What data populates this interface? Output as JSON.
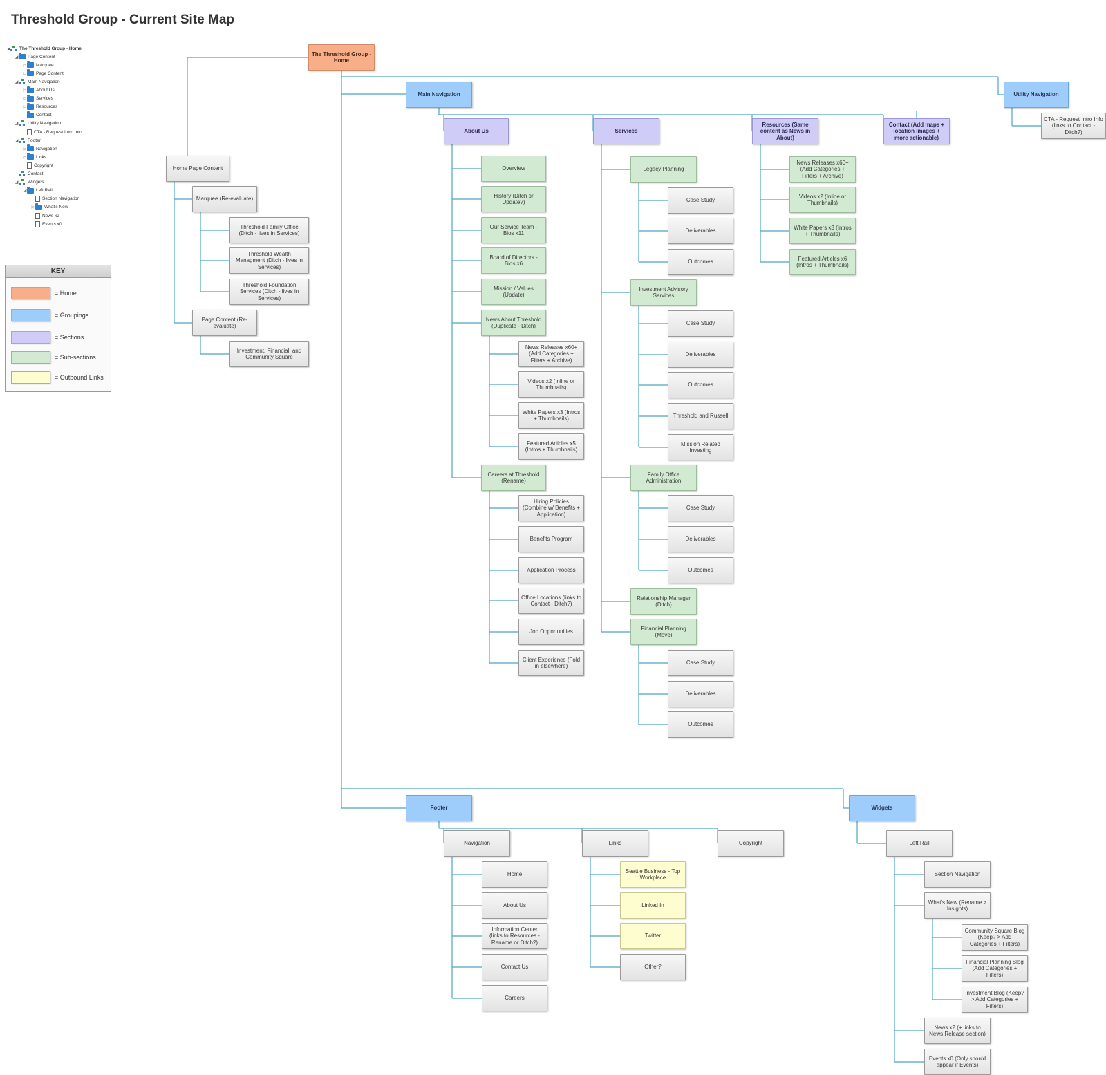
{
  "title": "Threshold Group - Current Site Map",
  "colors": {
    "home": "#f9ae8a",
    "grouping": "#9fcdfb",
    "section": "#cfcdf7",
    "subsection": "#d2e9d2",
    "outbound": "#fdfdcf",
    "plain": "#ebebeb",
    "connector": "#4aa8c0"
  },
  "outline": [
    {
      "label": "The Threshold Group - Home",
      "depth": 0,
      "icon": "tree-icon",
      "toggle": "expanded",
      "bold": true
    },
    {
      "label": "Page Content",
      "depth": 1,
      "icon": "folder-icon",
      "toggle": "expanded"
    },
    {
      "label": "Marquee",
      "depth": 2,
      "icon": "folder-icon",
      "toggle": "collapsed"
    },
    {
      "label": "Page Content",
      "depth": 2,
      "icon": "folder-icon",
      "toggle": "collapsed"
    },
    {
      "label": "Main Navigation",
      "depth": 1,
      "icon": "tree-icon",
      "toggle": "expanded"
    },
    {
      "label": "About Us",
      "depth": 2,
      "icon": "folder-icon",
      "toggle": "collapsed"
    },
    {
      "label": "Services",
      "depth": 2,
      "icon": "folder-icon",
      "toggle": "collapsed"
    },
    {
      "label": "Resources",
      "depth": 2,
      "icon": "folder-icon",
      "toggle": "collapsed"
    },
    {
      "label": "Contact",
      "depth": 2,
      "icon": "folder-icon",
      "toggle": "none"
    },
    {
      "label": "Utility Navigation",
      "depth": 1,
      "icon": "tree-icon",
      "toggle": "expanded"
    },
    {
      "label": "CTA - Request Intro Info",
      "depth": 2,
      "icon": "page-icon",
      "toggle": "none"
    },
    {
      "label": "Footer",
      "depth": 1,
      "icon": "tree-icon",
      "toggle": "expanded"
    },
    {
      "label": "Navigation",
      "depth": 2,
      "icon": "folder-icon",
      "toggle": "collapsed"
    },
    {
      "label": "Links",
      "depth": 2,
      "icon": "folder-icon",
      "toggle": "collapsed"
    },
    {
      "label": "Copyright",
      "depth": 2,
      "icon": "page-icon",
      "toggle": "none"
    },
    {
      "label": "Contact",
      "depth": 1,
      "icon": "tree-icon",
      "toggle": "none"
    },
    {
      "label": "Widgets",
      "depth": 1,
      "icon": "tree-icon",
      "toggle": "expanded"
    },
    {
      "label": "Left Rail",
      "depth": 2,
      "icon": "folder-icon",
      "toggle": "expanded"
    },
    {
      "label": "Section Navigation",
      "depth": 3,
      "icon": "page-icon",
      "toggle": "none"
    },
    {
      "label": "What's New",
      "depth": 3,
      "icon": "folder-icon",
      "toggle": "collapsed"
    },
    {
      "label": "News x2",
      "depth": 3,
      "icon": "page-icon",
      "toggle": "none"
    },
    {
      "label": "Events x0",
      "depth": 3,
      "icon": "page-icon",
      "toggle": "none"
    }
  ],
  "key": {
    "title": "KEY",
    "items": [
      {
        "swatch": "home",
        "label": "= Home"
      },
      {
        "swatch": "grouping",
        "label": "= Groupings"
      },
      {
        "swatch": "section",
        "label": "= Sections"
      },
      {
        "swatch": "subsection",
        "label": "= Sub-sections"
      },
      {
        "swatch": "outbound",
        "label": "= Outbound Links"
      }
    ]
  },
  "nodes": {
    "home": {
      "label": "The Threshold Group - Home",
      "kind": "home"
    },
    "homepage_content": {
      "label": "Home Page Content",
      "kind": "plain"
    },
    "marquee": {
      "label": "Marquee (Re-evaluate)",
      "kind": "plain"
    },
    "tfo": {
      "label": "Threshold Family Office (Ditch - lives in Services)",
      "kind": "plain"
    },
    "twm": {
      "label": "Threshold Wealth Managment (Ditch - lives in Services)",
      "kind": "plain"
    },
    "tfs": {
      "label": "Threshold Foundation Services (Ditch - lives in Services)",
      "kind": "plain"
    },
    "page_content": {
      "label": "Page Content (Re-evaluate)",
      "kind": "plain"
    },
    "ifcs": {
      "label": "Investment, Financial, and Community Square",
      "kind": "plain"
    },
    "main_nav": {
      "label": "Main Navigation",
      "kind": "group"
    },
    "utility_nav": {
      "label": "Utility Navigation",
      "kind": "group"
    },
    "cta": {
      "label": "CTA - Request Intro Info (links to Contact - Ditch?)",
      "kind": "plain"
    },
    "about": {
      "label": "About Us",
      "kind": "section"
    },
    "services": {
      "label": "Services",
      "kind": "section"
    },
    "resources": {
      "label": "Resources (Same content as News in About)",
      "kind": "section"
    },
    "contact": {
      "label": "Contact (Add maps + location images + more actionable)",
      "kind": "section"
    },
    "overview": {
      "label": "Overview",
      "kind": "sub"
    },
    "history": {
      "label": "History (Ditch or Update?)",
      "kind": "sub"
    },
    "service_team": {
      "label": "Our Service Team - Bios x11",
      "kind": "sub"
    },
    "board": {
      "label": "Board of Directors - Bios x6",
      "kind": "sub"
    },
    "mission": {
      "label": "Mission / Values (Update)",
      "kind": "sub"
    },
    "news_about": {
      "label": "News About Threshold (Duplicate - Ditch)",
      "kind": "sub"
    },
    "a_news_releases": {
      "label": "News Releases x60+ (Add Categories + Filters + Archive)",
      "kind": "plain"
    },
    "a_videos": {
      "label": "Videos x2 (Inline or Thumbnails)",
      "kind": "plain"
    },
    "a_white_papers": {
      "label": "White Papers x3 (Intros + Thumbnails)",
      "kind": "plain"
    },
    "a_featured": {
      "label": "Featured Articles x5 (Intros + Thumbnails)",
      "kind": "plain"
    },
    "careers": {
      "label": "Careers at Threshold (Rename)",
      "kind": "sub"
    },
    "hiring": {
      "label": "Hiring Policies (Combine w/ Benefits + Application)",
      "kind": "plain"
    },
    "benefits": {
      "label": "Benefits Program",
      "kind": "plain"
    },
    "application": {
      "label": "Application Process",
      "kind": "plain"
    },
    "office_locations": {
      "label": "Office Locations (links to Contact - Ditch?)",
      "kind": "plain"
    },
    "job_opps": {
      "label": "Job Opportunities",
      "kind": "plain"
    },
    "client_exp": {
      "label": "Client Experience (Fold in elsewhere)",
      "kind": "plain"
    },
    "legacy": {
      "label": "Legacy Planning",
      "kind": "sub"
    },
    "lp_case": {
      "label": "Case Study",
      "kind": "plain"
    },
    "lp_deliv": {
      "label": "Deliverables",
      "kind": "plain"
    },
    "lp_out": {
      "label": "Outcomes",
      "kind": "plain"
    },
    "ias": {
      "label": "Investment Advisory Services",
      "kind": "sub"
    },
    "ias_case": {
      "label": "Case Study",
      "kind": "plain"
    },
    "ias_deliv": {
      "label": "Deliverables",
      "kind": "plain"
    },
    "ias_out": {
      "label": "Outcomes",
      "kind": "plain"
    },
    "ias_russell": {
      "label": "Threshold and Russell",
      "kind": "plain"
    },
    "ias_mri": {
      "label": "Mission Related Investing",
      "kind": "plain"
    },
    "foa": {
      "label": "Family Office Administration",
      "kind": "sub"
    },
    "foa_case": {
      "label": "Case Study",
      "kind": "plain"
    },
    "foa_deliv": {
      "label": "Deliverables",
      "kind": "plain"
    },
    "foa_out": {
      "label": "Outcomes",
      "kind": "plain"
    },
    "rel_mgr": {
      "label": "Relationship Manager (Ditch)",
      "kind": "sub"
    },
    "fin_plan": {
      "label": "Financial Planning (Move)",
      "kind": "sub"
    },
    "fp_case": {
      "label": "Case Study",
      "kind": "plain"
    },
    "fp_deliv": {
      "label": "Deliverables",
      "kind": "plain"
    },
    "fp_out": {
      "label": "Outcomes",
      "kind": "plain"
    },
    "r_news_releases": {
      "label": "News Releases x60+ (Add Categories + Filters + Archive)",
      "kind": "sub"
    },
    "r_videos": {
      "label": "Videos x2 (Inline or Thumbnails)",
      "kind": "sub"
    },
    "r_white_papers": {
      "label": "White Papers x3 (Intros + Thumbnails)",
      "kind": "sub"
    },
    "r_featured": {
      "label": "Featured Articles x6 (Intros + Thumbnails)",
      "kind": "sub"
    },
    "footer": {
      "label": "Footer",
      "kind": "group"
    },
    "widgets": {
      "label": "Widgets",
      "kind": "group"
    },
    "f_nav": {
      "label": "Navigation",
      "kind": "plain"
    },
    "f_links": {
      "label": "Links",
      "kind": "plain"
    },
    "f_copyright": {
      "label": "Copyright",
      "kind": "plain"
    },
    "fn_home": {
      "label": "Home",
      "kind": "plain"
    },
    "fn_about": {
      "label": "About Us",
      "kind": "plain"
    },
    "fn_info": {
      "label": "Information Center (links to Resources - Rename or Ditch?)",
      "kind": "plain"
    },
    "fn_contact": {
      "label": "Contact Us",
      "kind": "plain"
    },
    "fn_careers": {
      "label": "Careers",
      "kind": "plain"
    },
    "fl_seattle": {
      "label": "Seattle Business - Top Workplace",
      "kind": "out"
    },
    "fl_linkedin": {
      "label": "Linked In",
      "kind": "out"
    },
    "fl_twitter": {
      "label": "Twitter",
      "kind": "out"
    },
    "fl_other": {
      "label": "Other?",
      "kind": "plain"
    },
    "left_rail": {
      "label": "Left Rail",
      "kind": "plain"
    },
    "section_nav": {
      "label": "Section Navigation",
      "kind": "plain"
    },
    "whats_new": {
      "label": "What's New (Rename > Insights)",
      "kind": "plain"
    },
    "cs_blog": {
      "label": "Community Square Blog (Keep? > Add Categories + Filters)",
      "kind": "plain"
    },
    "fp_blog": {
      "label": "Financial Planning Blog (Add Categories + Filters)",
      "kind": "plain"
    },
    "inv_blog": {
      "label": "Investment Blog (Keep? > Add Categories + Filters)",
      "kind": "plain"
    },
    "news_x2": {
      "label": "News x2 (+ links to News Release section)",
      "kind": "plain"
    },
    "events_x0": {
      "label": "Events x0 (Only should appear if Events)",
      "kind": "plain"
    }
  }
}
